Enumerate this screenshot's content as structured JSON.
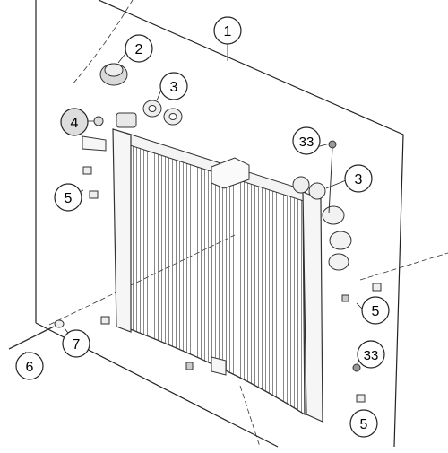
{
  "diagram": {
    "callouts": {
      "c1": "1",
      "c2": "2",
      "c3a": "3",
      "c3b": "3",
      "c4": "4",
      "c5a": "5",
      "c5b": "5",
      "c5c": "5",
      "c6": "6",
      "c7": "7",
      "c33a": "33",
      "c33b": "33"
    }
  }
}
